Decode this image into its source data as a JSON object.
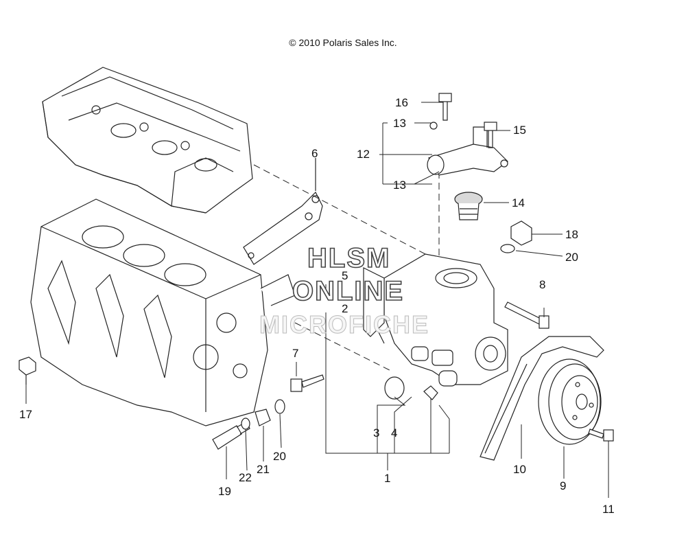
{
  "copyright": "© 2010 Polaris Sales Inc.",
  "watermark": {
    "line1": "HLSM",
    "line2": "ONLINE",
    "line3": "MICROFICHE"
  },
  "callouts": {
    "c1": "1",
    "c2": "2",
    "c3": "3",
    "c4": "4",
    "c5": "5",
    "c6": "6",
    "c7": "7",
    "c8": "8",
    "c9": "9",
    "c10": "10",
    "c11": "11",
    "c12": "12",
    "c13a": "13",
    "c13b": "13",
    "c14": "14",
    "c15": "15",
    "c16": "16",
    "c17": "17",
    "c18": "18",
    "c19": "19",
    "c20a": "20",
    "c20b": "20",
    "c21": "21",
    "c22": "22"
  },
  "colors": {
    "line": "#222222",
    "fill": "#ffffff",
    "shade": "#d9d9d9"
  }
}
